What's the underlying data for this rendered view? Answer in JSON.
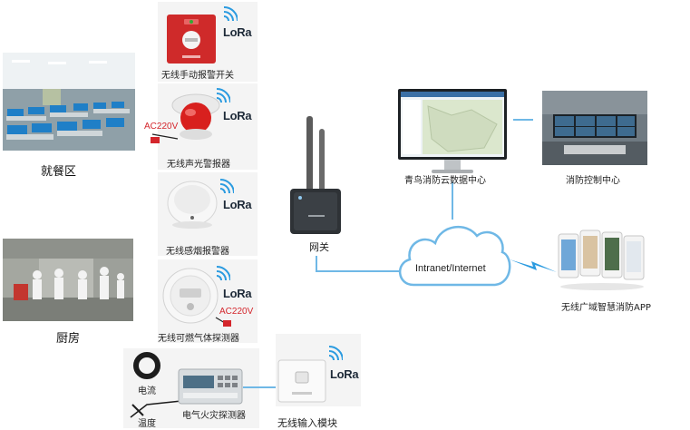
{
  "zones": {
    "dining": "就餐区",
    "kitchen": "厨房"
  },
  "devices": {
    "manual_alarm": "无线手动报警开关",
    "sound_light_alarm": "无线声光警报器",
    "smoke_alarm": "无线感烟报警器",
    "gas_detector": "无线可燃气体探测器",
    "electrical_fire_detector": "电气火灾探测器",
    "input_module": "无线输入模块",
    "current_sensor": "电流",
    "temperature_sensor": "温度"
  },
  "lora_label": "LoRa",
  "ac_label": "AC220V",
  "gateway": {
    "label": "网关"
  },
  "cloud": {
    "label": "Intranet/Internet"
  },
  "data_center": {
    "label": "青鸟消防云数据中心"
  },
  "control_center": {
    "label": "消防控制中心"
  },
  "app": {
    "label": "无线广域智慧消防APP"
  },
  "colors": {
    "link_blue": "#6fb8e6",
    "alarm_red": "#d4262c",
    "lightning_blue": "#2b9be0"
  }
}
